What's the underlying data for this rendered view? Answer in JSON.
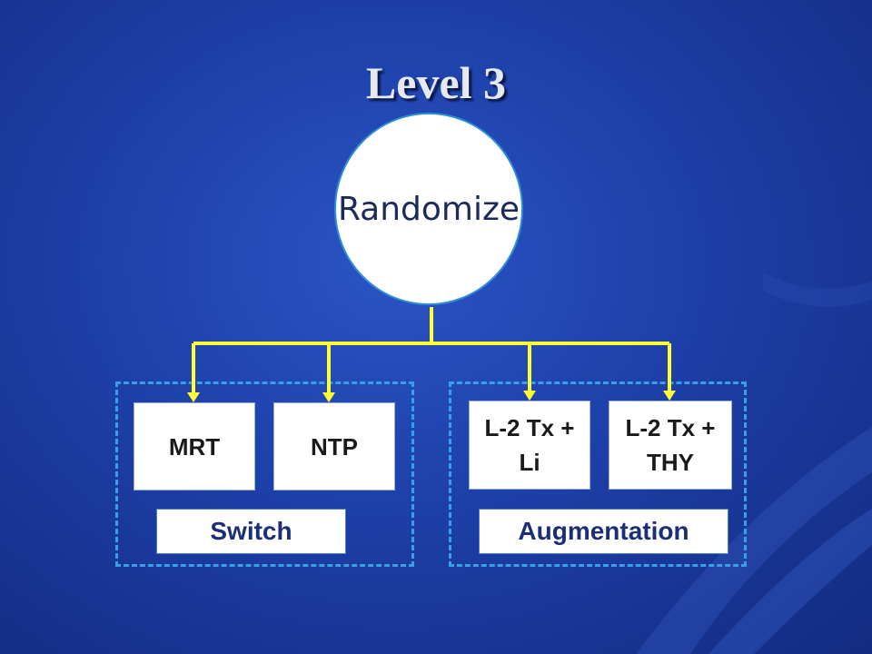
{
  "slide": {
    "title": "Level 3",
    "root_node": "Randomize"
  },
  "groups": [
    {
      "label": "Switch",
      "options": [
        "MRT",
        "NTP"
      ]
    },
    {
      "label": "Augmentation",
      "options": [
        "L-2 Tx + Li",
        "L-2 Tx + THY"
      ]
    }
  ],
  "colors": {
    "background": "#1d3fa8",
    "connector": "#ffff33",
    "group_border": "#3aa0e6",
    "label_text": "#1a2f78"
  }
}
